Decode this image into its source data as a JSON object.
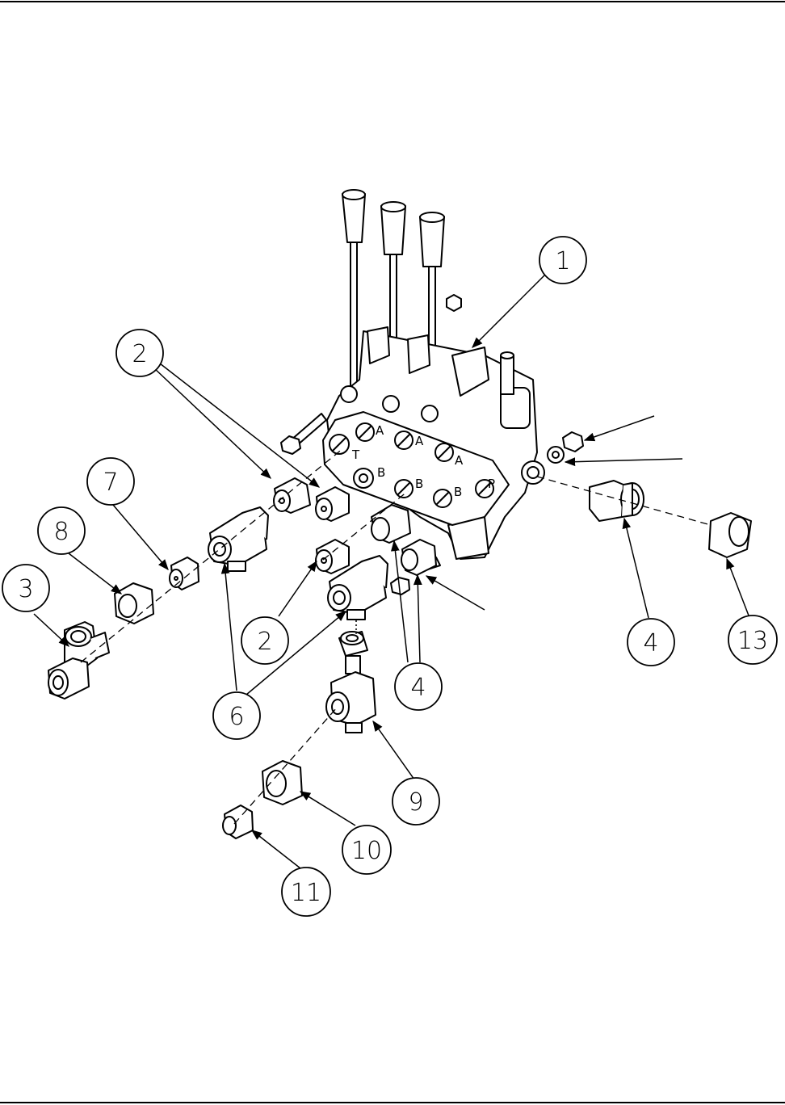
{
  "diagram": {
    "callouts": [
      {
        "id": "c1",
        "label": "1"
      },
      {
        "id": "c2a",
        "label": "2"
      },
      {
        "id": "c2b",
        "label": "2"
      },
      {
        "id": "c3",
        "label": "3"
      },
      {
        "id": "c4a",
        "label": "4"
      },
      {
        "id": "c4b",
        "label": "4"
      },
      {
        "id": "c6",
        "label": "6"
      },
      {
        "id": "c7",
        "label": "7"
      },
      {
        "id": "c8",
        "label": "8"
      },
      {
        "id": "c9",
        "label": "9"
      },
      {
        "id": "c10",
        "label": "10"
      },
      {
        "id": "c11",
        "label": "11"
      },
      {
        "id": "c13",
        "label": "13"
      }
    ],
    "port_labels": {
      "t": "T",
      "a1": "A",
      "a2": "A",
      "a3": "A",
      "b1": "B",
      "b2": "B",
      "b3": "B",
      "p": "P"
    }
  }
}
